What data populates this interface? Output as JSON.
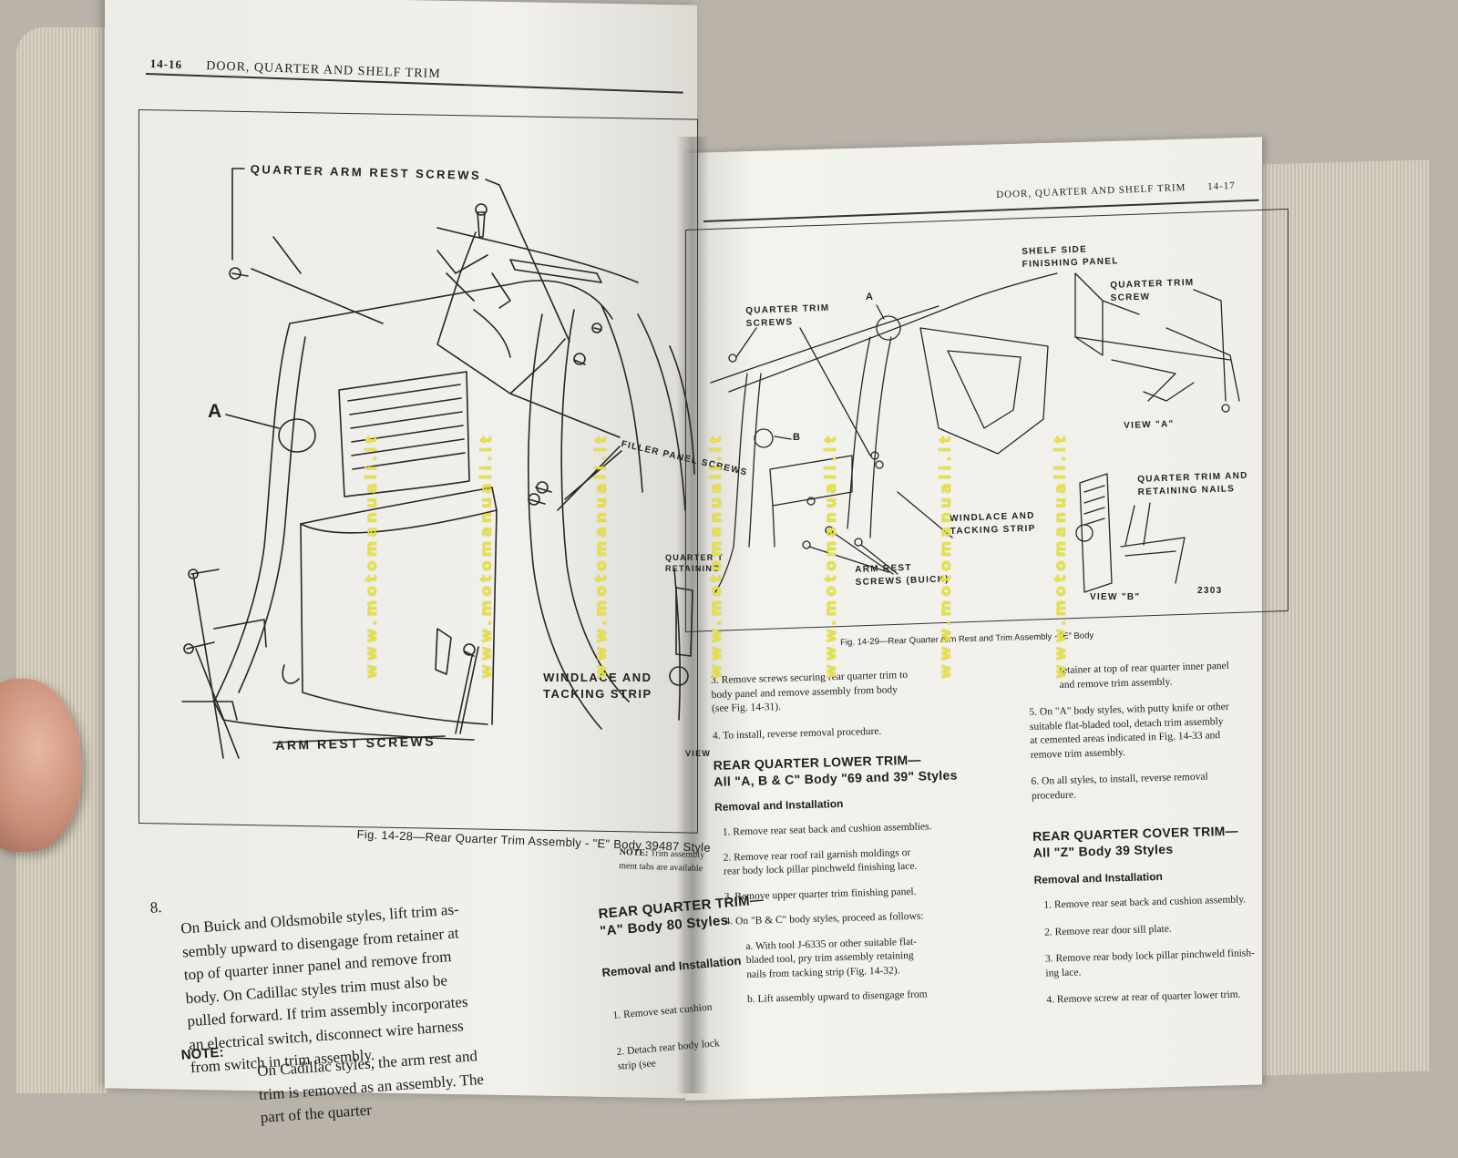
{
  "left_page": {
    "page_number": "14-16",
    "header_title": "DOOR, QUARTER AND SHELF TRIM",
    "figure": {
      "callout_a": "A",
      "quarter_arm_rest_screws": "QUARTER ARM REST SCREWS",
      "filler_panel_screws": "FILLER PANEL SCREWS",
      "quarter_trim_retaining": "QUARTER T\nRETAINING",
      "windlace_tacking": "WINDLACE AND\nTACKING STRIP",
      "arm_rest_screws": "ARM REST SCREWS",
      "view_label": "VIEW"
    },
    "caption": "Fig. 14-28—Rear Quarter Trim Assembly - \"E\" Body 39487 Style",
    "step_8_number": "8.",
    "step_8_text": "On Buick and Oldsmobile styles, lift trim as-\nsembly upward to disengage from retainer at\ntop of quarter inner panel and remove from\nbody. On Cadillac styles trim must also be\npulled forward. If trim assembly incorporates\nan electrical switch, disconnect wire harness\nfrom switch in trim assembly.",
    "note_2_label": "NOTE:",
    "note_2_text": "On Cadillac styles, the arm rest and\ntrim is removed as an assembly. The\npart of the quarter",
    "side_note_label": "NOTE:",
    "side_note_text": "Trim assembly\nment tabs are available",
    "section_heading": "REAR QUARTER TRIM—\n\"A\" Body 80 Styles",
    "section_subheading": "Removal and Installation",
    "section_items": [
      "1. Remove seat cushion",
      "2. Detach rear body lock\n    strip (see"
    ]
  },
  "right_page": {
    "page_number": "14-17",
    "header_title": "DOOR, QUARTER AND SHELF TRIM",
    "figure": {
      "shelf_side": "SHELF SIDE\nFINISHING PANEL",
      "quarter_trim_screw": "QUARTER TRIM\nSCREW",
      "quarter_trim_screws": "QUARTER TRIM\nSCREWS",
      "callout_a": "A",
      "callout_b": "B",
      "view_a": "VIEW \"A\"",
      "windlace": "WINDLACE AND\nTACKING STRIP",
      "arm_rest_screws_buick": "ARM REST\nSCREWS (BUICK)",
      "quarter_trim_nails": "QUARTER TRIM AND\nRETAINING NAILS",
      "view_b": "VIEW \"B\"",
      "fig_number": "2303"
    },
    "caption": "Fig. 14-29—Rear Quarter Arm Rest and Trim Assembly - \"E\" Body",
    "col1_steps": [
      "3. Remove screws securing rear quarter trim to\n    body panel and remove assembly from body\n    (see Fig. 14-31).",
      "4. To install, reverse removal procedure."
    ],
    "heading_lower": "REAR QUARTER LOWER TRIM—\nAll \"A, B & C\" Body \"69 and 39\" Styles",
    "sub_lower": "Removal and Installation",
    "lower_steps": [
      "1. Remove rear seat back and cushion assemblies.",
      "2. Remove rear roof rail garnish moldings or\n    rear body lock pillar pinchweld finishing lace.",
      "3. Remove upper quarter trim finishing panel.",
      "4. On \"B & C\" body styles, proceed as follows:",
      "a. With tool J-6335 or other suitable flat-\n    bladed tool, pry trim assembly retaining\n    nails from tacking strip (Fig. 14-32).",
      "b. Lift assembly upward to disengage from"
    ],
    "col2_steps": [
      "retainer at top of rear quarter inner panel\nand remove trim assembly.",
      "5. On \"A\" body styles, with putty knife or other\n    suitable flat-bladed tool, detach trim assembly\n    at cemented areas indicated in Fig. 14-33 and\n    remove trim assembly.",
      "6. On all styles, to install, reverse removal\n    procedure."
    ],
    "heading_cover": "REAR QUARTER COVER TRIM—\nAll \"Z\" Body 39 Styles",
    "sub_cover": "Removal and Installation",
    "cover_steps": [
      "1. Remove rear seat back and cushion assembly.",
      "2. Remove rear door sill plate.",
      "3. Remove rear body lock pillar pinchweld finish-\n    ing lace.",
      "4. Remove screw at rear of quarter lower trim."
    ]
  },
  "watermark": "www.motomanuali.it",
  "colors": {
    "watermark": "#e9e23a",
    "ink": "#1e1e1e",
    "paper": "#f0efea"
  }
}
